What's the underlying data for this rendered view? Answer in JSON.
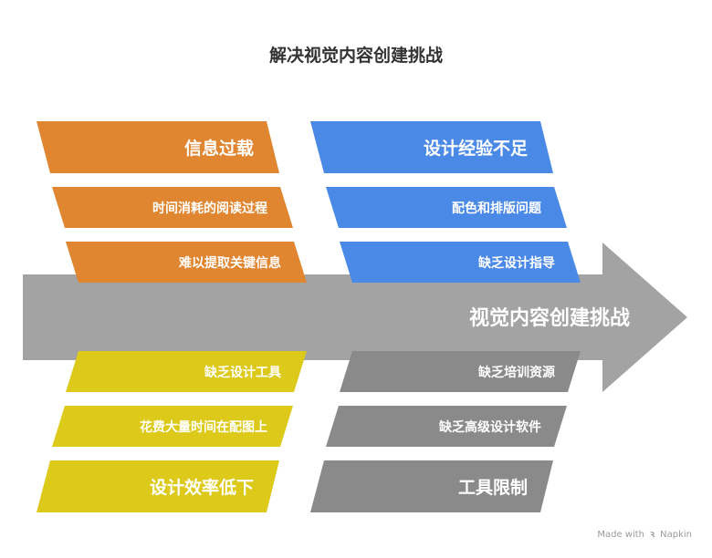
{
  "title": "解决视觉内容创建挑战",
  "spine_label": "视觉内容创建挑战",
  "colors": {
    "orange": "#e08530",
    "blue": "#4a89e6",
    "yellow": "#dcc91a",
    "gray": "#8a8a8a",
    "spine": "#a3a3a3"
  },
  "branches": {
    "top_left": {
      "header": "信息过载",
      "items": [
        "时间消耗的阅读过程",
        "难以提取关键信息"
      ]
    },
    "top_right": {
      "header": "设计经验不足",
      "items": [
        "配色和排版问题",
        "缺乏设计指导"
      ]
    },
    "bottom_left": {
      "items": [
        "缺乏设计工具",
        "花费大量时间在配图上"
      ],
      "header": "设计效率低下"
    },
    "bottom_right": {
      "items": [
        "缺乏培训资源",
        "缺乏高级设计软件"
      ],
      "header": "工具限制"
    }
  },
  "footer": {
    "made_with": "Made with",
    "brand": "Napkin"
  }
}
